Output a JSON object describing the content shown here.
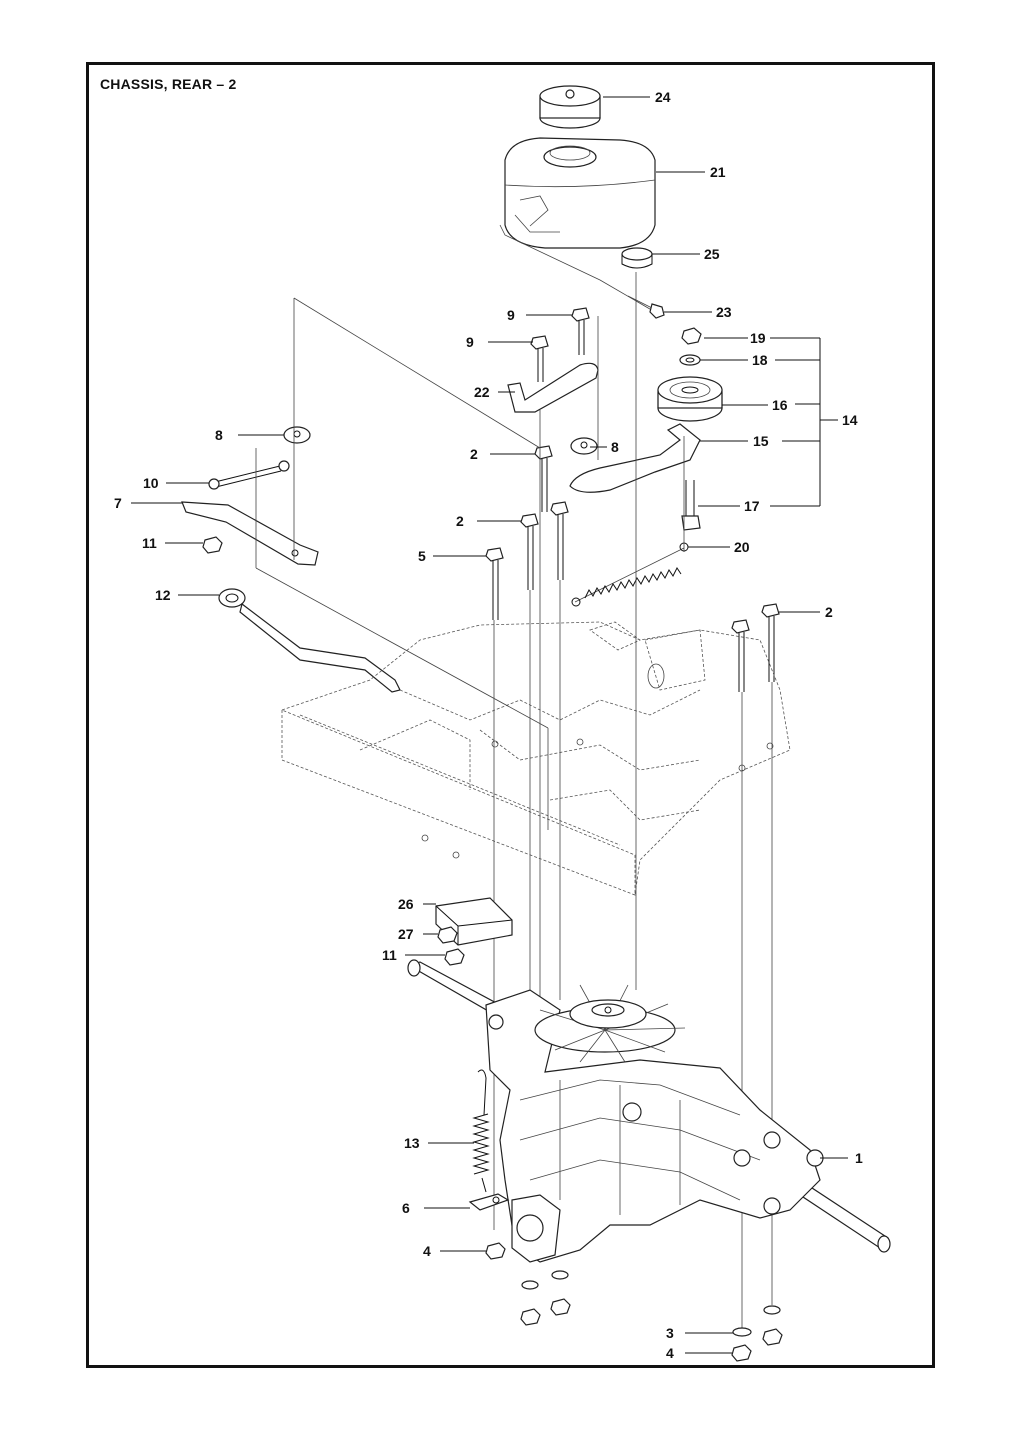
{
  "title": "CHASSIS, REAR – 2",
  "callouts": [
    {
      "num": "24"
    },
    {
      "num": "21"
    },
    {
      "num": "25"
    },
    {
      "num": "23"
    },
    {
      "num": "9"
    },
    {
      "num": "9"
    },
    {
      "num": "19"
    },
    {
      "num": "18"
    },
    {
      "num": "22"
    },
    {
      "num": "16"
    },
    {
      "num": "14"
    },
    {
      "num": "8"
    },
    {
      "num": "8"
    },
    {
      "num": "15"
    },
    {
      "num": "2"
    },
    {
      "num": "10"
    },
    {
      "num": "7"
    },
    {
      "num": "17"
    },
    {
      "num": "2"
    },
    {
      "num": "11"
    },
    {
      "num": "20"
    },
    {
      "num": "5"
    },
    {
      "num": "12"
    },
    {
      "num": "2"
    },
    {
      "num": "26"
    },
    {
      "num": "27"
    },
    {
      "num": "11"
    },
    {
      "num": "13"
    },
    {
      "num": "1"
    },
    {
      "num": "6"
    },
    {
      "num": "4"
    },
    {
      "num": "3"
    },
    {
      "num": "4"
    }
  ]
}
